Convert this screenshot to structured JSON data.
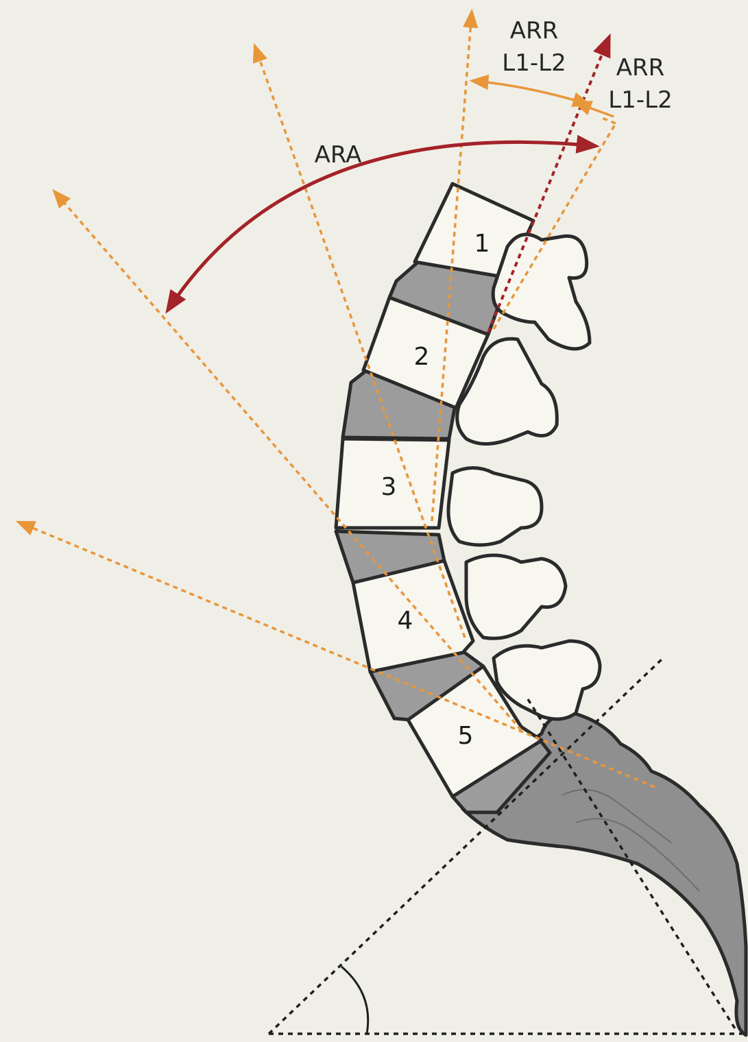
{
  "labels": {
    "ara": "ARA",
    "arr_top_line1": "ARR",
    "arr_top_line2": "L1-L2",
    "arr_right_line1": "ARR",
    "arr_right_line2": "L1-L2"
  },
  "vertebrae": [
    "1",
    "2",
    "3",
    "4",
    "5"
  ],
  "colors": {
    "background": "#f0efe7",
    "reference_lines": "#e8963a",
    "ara_arrow": "#a32328",
    "bone": "#f7f6ef",
    "disc": "#9c9c9c",
    "sacrum": "#8f8f8f",
    "outline": "#2b2b2b"
  },
  "icons": [
    "orange-dotted-arrow",
    "red-curved-double-arrow",
    "angle-arc"
  ]
}
